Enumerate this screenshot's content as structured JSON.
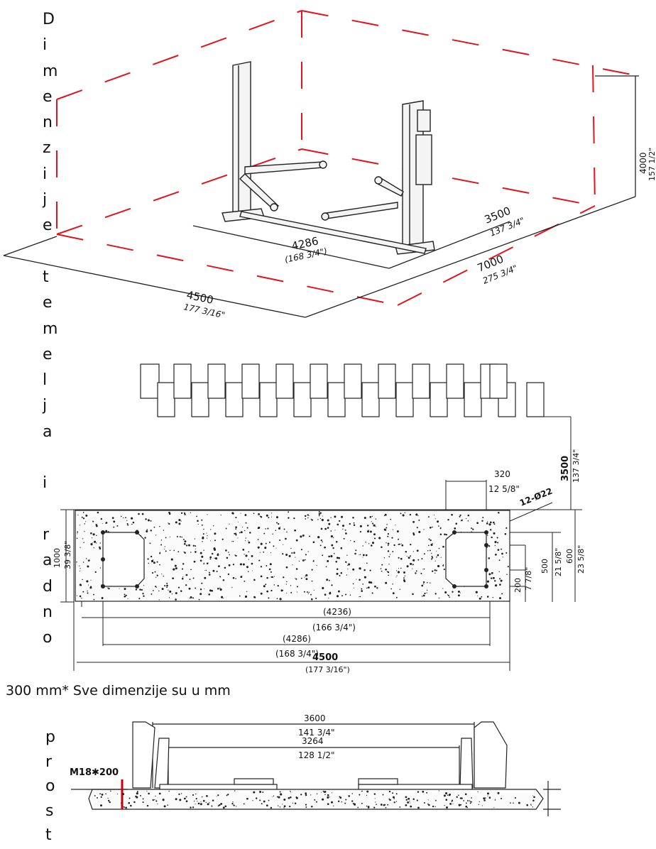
{
  "side_letters": [
    "D",
    "i",
    "m",
    "e",
    "n",
    "z",
    "i",
    "j",
    "e",
    "",
    "t",
    "e",
    "m",
    "e",
    "l",
    "j",
    "a",
    "",
    "i",
    "",
    "r",
    "a",
    "d",
    "n",
    "o"
  ],
  "note": "300 mm* Sve dimenzije su u mm",
  "bottom_letters": [
    "p",
    "r",
    "o",
    "s",
    "t"
  ],
  "iso_view": {
    "lift_length": "4286",
    "lift_length_in": "(168 3/4\")",
    "width": "4500",
    "width_in": "177 3/16\"",
    "depth": "7000",
    "depth_in": "275 3/4\"",
    "clearance": "3500",
    "clearance_in": "137 3/4\"",
    "height": "4000",
    "height_in": "157 1/2\""
  },
  "plan_view": {
    "side_offset": "3500",
    "side_offset_in": "137 3/4\"",
    "plate_width": "320",
    "plate_width_in": "12 5/8\"",
    "holes": "12-Ø22",
    "slab_depth": "1000",
    "slab_depth_in": "39 3/8\"",
    "d_200": "200",
    "d_200_in": "7 7/8\"",
    "d_500": "500",
    "d_500_in": "21 5/8\"",
    "d_600": "600",
    "d_600_in": "23 5/8\"",
    "inner": "(4236)",
    "inner_in": "(166 3/4\")",
    "outer": "(4286)",
    "outer_in": "(168 3/4\")",
    "total": "4500",
    "total_in": "(177 3/16\")"
  },
  "front_view": {
    "outer_width": "3600",
    "outer_width_in": "141 3/4\"",
    "inner_width": "3264",
    "inner_width_in": "128 1/2\"",
    "bolt": "M18✱200"
  }
}
